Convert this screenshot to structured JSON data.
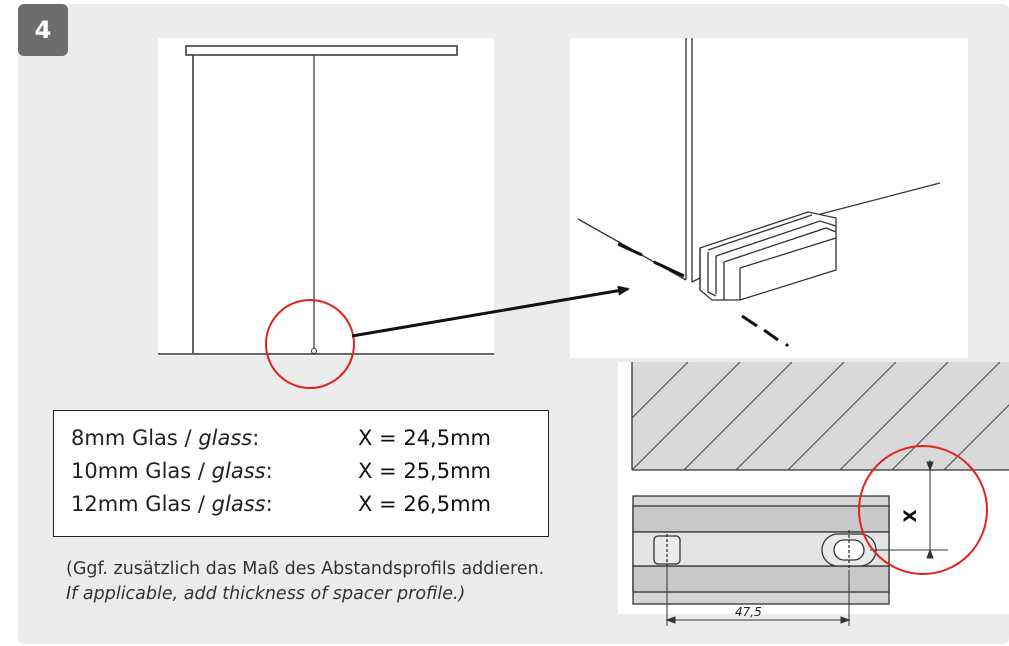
{
  "step": {
    "number": "4"
  },
  "spec_table": {
    "rows": [
      {
        "label": "8mm Glas",
        "slash": " / ",
        "label_en": "glass",
        "colon": ":",
        "value": "X = 24,5mm"
      },
      {
        "label": "10mm Glas",
        "slash": " / ",
        "label_en": "glass",
        "colon": ":",
        "value": "X = 25,5mm"
      },
      {
        "label": "12mm Glas",
        "slash": " / ",
        "label_en": "glass",
        "colon": ":",
        "value": "X = 26,5mm"
      }
    ]
  },
  "note": {
    "line_de": "(Ggf. zusätzlich das Maß des Abstandsprofils addieren.",
    "line_en": "If applicable, add thickness of spacer profile.)"
  },
  "dimensions": {
    "x_label": "X",
    "width_label": "47,5"
  },
  "colors": {
    "highlight": "#e0231c",
    "panel": "#ececec",
    "badge": "#6d6d6d",
    "line": "#222222"
  }
}
